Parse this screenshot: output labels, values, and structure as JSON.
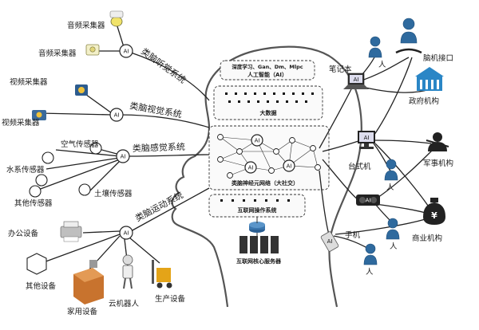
{
  "brain": {
    "ai_box_top": "深度学习、Gan、Dm、Mlpc",
    "ai_box_title": "人工智能（AI）",
    "bigdata": "大数据",
    "network": "类脑神经元网络（大社交）",
    "os": "互联网操作系统",
    "core_server": "互联网核心服务器"
  },
  "ai_label": "AI",
  "systems": {
    "hearing": "类脑听觉系统",
    "vision": "类脑视觉系统",
    "sensing": "类脑感觉系统",
    "motor": "类脑运动系统"
  },
  "left_nodes": {
    "audio1": "音频采集器",
    "audio2": "音频采集器",
    "video1": "视频采集器",
    "video2": "视频采集器",
    "air": "空气传感器",
    "water": "水系传感器",
    "soil": "土壤传感器",
    "other_sensor": "其他传感器",
    "office": "办公设备",
    "other_device": "其他设备",
    "home": "家用设备",
    "robot": "云机器人",
    "production": "生产设备"
  },
  "right_nodes": {
    "laptop": "笔记本",
    "bci": "脑机接口",
    "gov": "政府机构",
    "desktop": "台式机",
    "military": "军事机构",
    "business": "商业机构",
    "phone": "手机",
    "person": "人"
  },
  "colors": {
    "person": "#2f6a9e",
    "gov": "#2a86c6",
    "home": "#c8732e",
    "production": "#e4a418",
    "wires": "#222222"
  }
}
